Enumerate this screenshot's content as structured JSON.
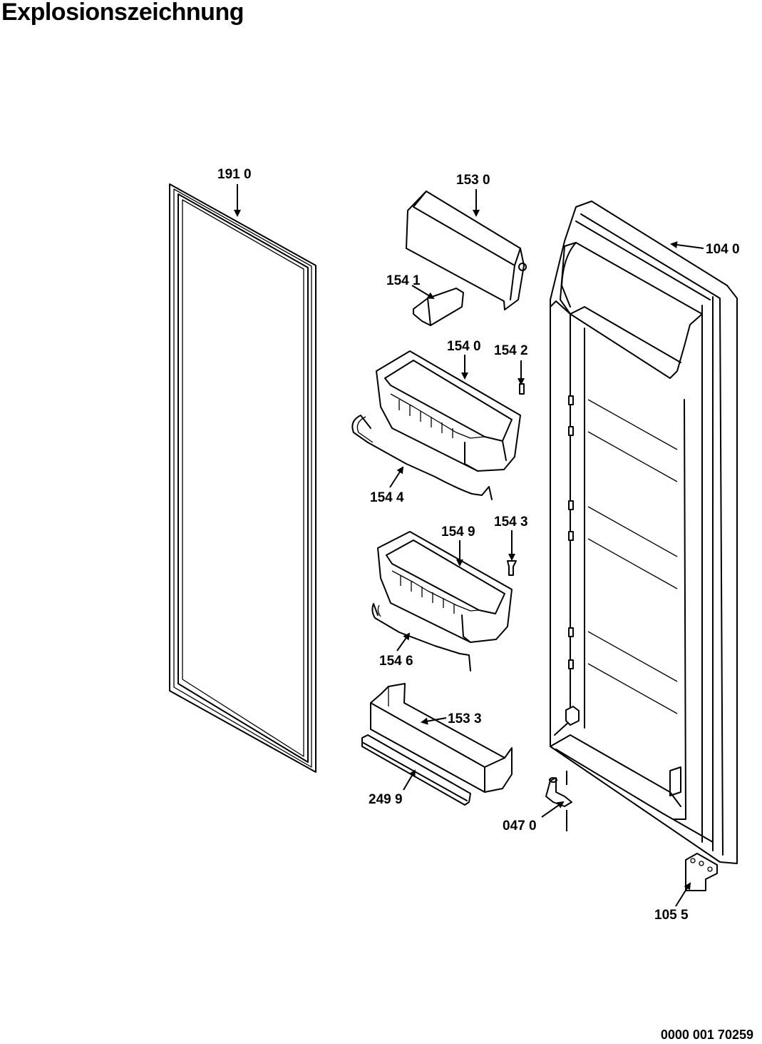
{
  "title": "Explosionszeichnung",
  "document_number": "0000 001 70259",
  "parts": [
    {
      "id": "gasket",
      "label": "191 0"
    },
    {
      "id": "top-cover",
      "label": "153 0"
    },
    {
      "id": "cover-end-cap",
      "label": "154 1"
    },
    {
      "id": "door-shelf-upper",
      "label": "154 0"
    },
    {
      "id": "pin-upper",
      "label": "154 2"
    },
    {
      "id": "bottle-retainer-upper",
      "label": "154 4"
    },
    {
      "id": "door-shelf-middle",
      "label": "154 9"
    },
    {
      "id": "pin-lower",
      "label": "154 3"
    },
    {
      "id": "bottle-retainer-lower",
      "label": "154 6"
    },
    {
      "id": "bottle-shelf",
      "label": "153 3"
    },
    {
      "id": "trim-strip",
      "label": "249 9"
    },
    {
      "id": "door",
      "label": "104 0"
    },
    {
      "id": "hinge-pin",
      "label": "047 0"
    },
    {
      "id": "hinge-bracket",
      "label": "105 5"
    }
  ]
}
